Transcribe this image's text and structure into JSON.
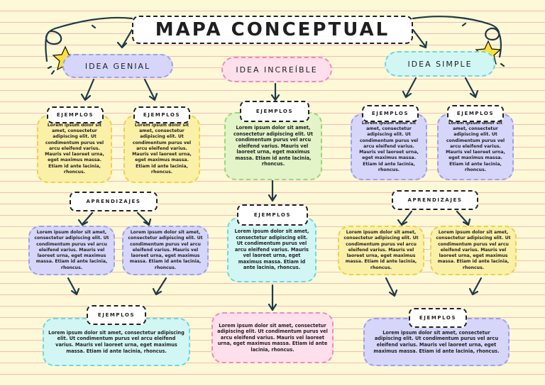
{
  "title": "MAPA CONCEPTUAL",
  "ideas": {
    "genial": "IDEA GENIAL",
    "increible": "IDEA INCREÍBLE",
    "simple": "IDEA SIMPLE"
  },
  "labels": {
    "ejemplos": "EJEMPLOS",
    "aprendizajes": "APRENDIZAJES"
  },
  "lorem": "Lorem ipsum dolor sit amet, consectetur adipiscing elit. Ut condimentum purus vel arcu eleifend varius. Mauris vel laoreet urna, eget maximus massa. Etiam id ante lacinia, rhoncus.",
  "colors": {
    "lavender": "#d6d6fb",
    "yellow": "#fbf0a8",
    "green": "#e2f4c8",
    "cyan": "#d2f6f4",
    "pink": "#fde0ec",
    "paper": "#fdf8d6",
    "lines": "#f3bcb8"
  },
  "decorations": [
    "star-icon",
    "star-icon",
    "swirl-doodle",
    "swirl-doodle"
  ]
}
